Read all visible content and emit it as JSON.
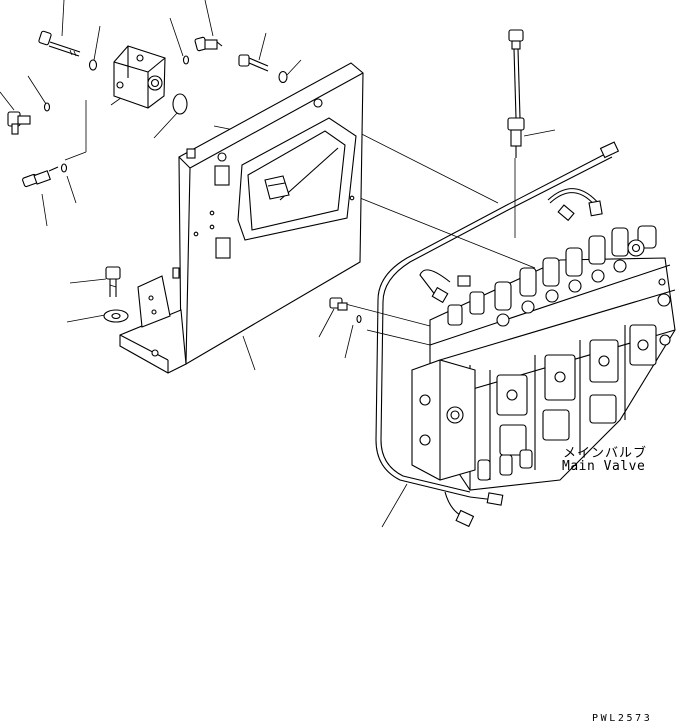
{
  "diagram": {
    "label_jp": "メインバルブ",
    "label_en": "Main Valve",
    "drawing_code": "PWL2573"
  }
}
